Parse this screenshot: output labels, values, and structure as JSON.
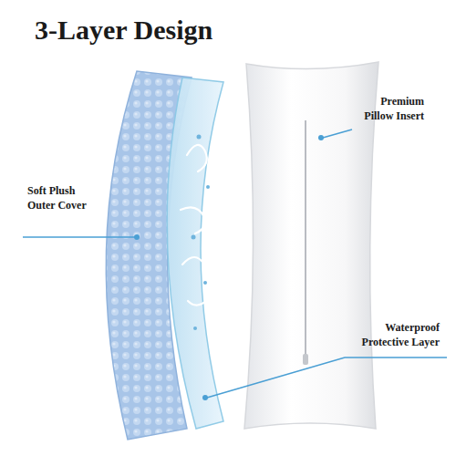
{
  "diagram": {
    "title": "3-Layer Design",
    "labels": [
      "Premium Pillow Insert",
      "Soft Plush Outer Cover",
      "Waterproof Protective Layer"
    ]
  }
}
